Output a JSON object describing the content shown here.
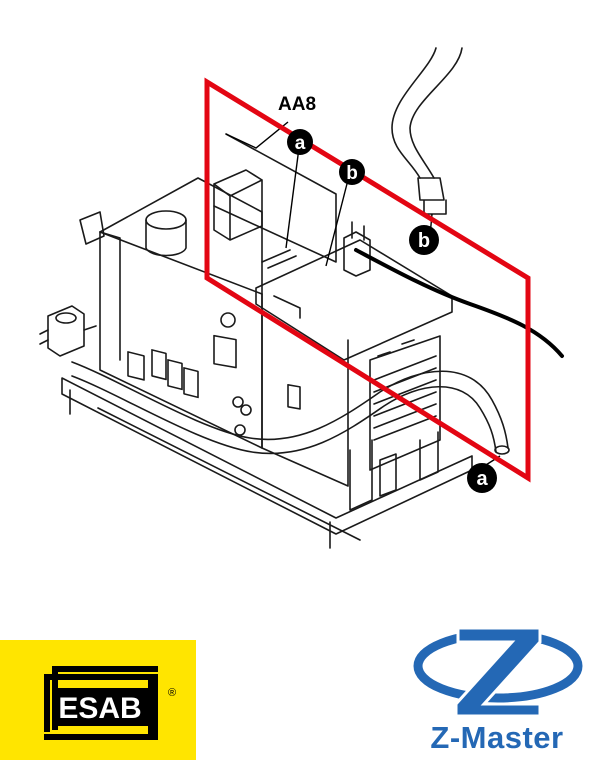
{
  "diagram": {
    "part_label": "AA8",
    "callouts": [
      {
        "id": "upper-a",
        "letter": "a"
      },
      {
        "id": "upper-b",
        "letter": "b"
      },
      {
        "id": "cable-b",
        "letter": "b"
      },
      {
        "id": "hose-a",
        "letter": "a"
      }
    ],
    "highlight_color": "#e30613"
  },
  "logos": {
    "esab": {
      "text": "ESAB",
      "registered": "®",
      "background": "#ffe500"
    },
    "zmaster": {
      "text": "Z-Master",
      "color": "#2468b5"
    }
  }
}
